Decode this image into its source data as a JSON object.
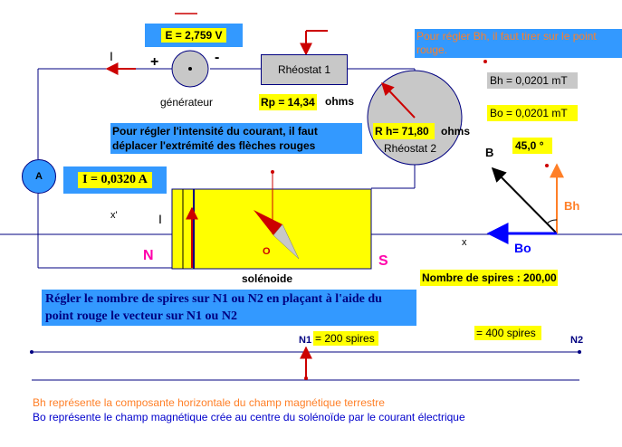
{
  "generator": {
    "voltage": "E = 2,759  V",
    "label": "générateur",
    "plus": "+",
    "minus": "-"
  },
  "current": {
    "arrow_label": "I",
    "solenoid_arrow_label": "I",
    "ammeter_label": "A",
    "value": "I = 0,0320  A"
  },
  "rheostat1": {
    "label": "Rhéostat 1",
    "resistance": "Rp = 14,34",
    "unit": "ohms"
  },
  "rheostat2": {
    "label": "Rhéostat 2",
    "resistance": "R h= 71,80",
    "unit": "ohms"
  },
  "instructions": {
    "intensity": "Pour régler l'intensité du courant, il faut déplacer l'extrémité des flèches rouges",
    "bh": "Pour régler Bh, il faut tirer sur le point rouge.",
    "spires": "Régler le nombre de spires sur N1 ou N2 en plaçant à l'aide du point rouge le vecteur sur N1 ou N2"
  },
  "fields": {
    "bh_value": "Bh = 0,0201  mT",
    "bo_value": "Bo = 0,0201  mT",
    "angle": "45,0 °"
  },
  "vectors": {
    "b": "B",
    "bh": "Bh",
    "bo": "Bo",
    "x_right": "x",
    "x_left": "x'"
  },
  "solenoid": {
    "north": "N",
    "south": "S",
    "center": "O",
    "label": "solénoide",
    "spires_count": "Nombre de spires : 200,00"
  },
  "scale": {
    "n1": "N1",
    "n2": "N2",
    "n1_spires": "= 200 spires",
    "n2_spires": "= 400 spires"
  },
  "legend": {
    "bh": "Bh représente la composante horizontale du champ magnétique terrestre",
    "bo": "Bo représente le champ magnétique crée au centre du solénoïde par le courant électrique"
  },
  "colors": {
    "yellow": "#ffff00",
    "blue": "#3399ff",
    "red": "#cc0000",
    "orange": "#ff7f27",
    "navy": "#000080",
    "magenta": "#ff00aa"
  }
}
